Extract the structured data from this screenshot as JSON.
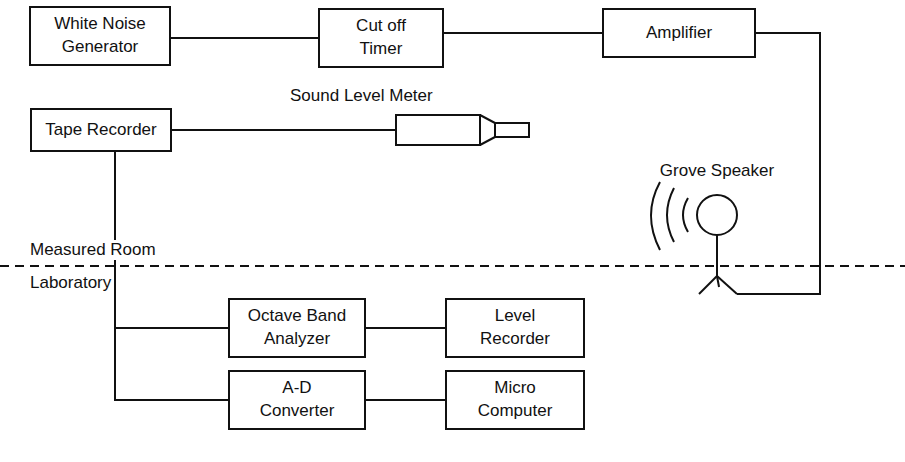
{
  "diagram": {
    "nodes": [
      {
        "text": [
          "White Noise Generator"
        ]
      },
      {
        "text": [
          "Cut off Timer"
        ]
      },
      {
        "text": [
          "Amplifier"
        ]
      },
      {
        "text": [
          "Grove Speaker"
        ]
      },
      {
        "text": [
          "Tape Recorder"
        ]
      },
      {
        "text": [
          "Sound Level Meter"
        ]
      },
      {
        "text": [
          "Octave Band Analyzer"
        ]
      },
      {
        "text": [
          "Level Recorder"
        ]
      },
      {
        "text": [
          "A-D Converter"
        ]
      },
      {
        "text": [
          "Micro Computer"
        ]
      }
    ],
    "edges": [
      {
        "from": 0,
        "to": 1,
        "arrow": "none"
      },
      {
        "from": 1,
        "to": 2,
        "arrow": "none"
      },
      {
        "from": 2,
        "to": 3,
        "arrow": "none"
      },
      {
        "from": 4,
        "to": 5,
        "arrow": "none"
      },
      {
        "from": 4,
        "to": 6,
        "arrow": "none"
      },
      {
        "from": 4,
        "to": 8,
        "arrow": "none"
      },
      {
        "from": 6,
        "to": 7,
        "arrow": "none"
      },
      {
        "from": 8,
        "to": 9,
        "arrow": "none"
      }
    ],
    "labels": [
      "Measured Room",
      "Laboratory"
    ]
  }
}
